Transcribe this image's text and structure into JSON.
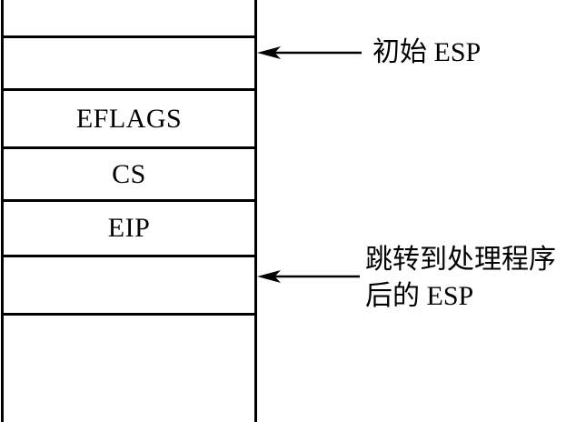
{
  "diagram": {
    "stack": {
      "cells": [
        {
          "label": ""
        },
        {
          "label": ""
        },
        {
          "label": "EFLAGS"
        },
        {
          "label": "CS"
        },
        {
          "label": "EIP"
        },
        {
          "label": ""
        },
        {
          "label": ""
        }
      ]
    },
    "annotations": [
      {
        "lines": [
          "初始 ESP"
        ]
      },
      {
        "lines": [
          "跳转到处理程序",
          "后的 ESP"
        ]
      }
    ],
    "colors": {
      "ink": "#000000",
      "background": "#ffffff"
    }
  }
}
